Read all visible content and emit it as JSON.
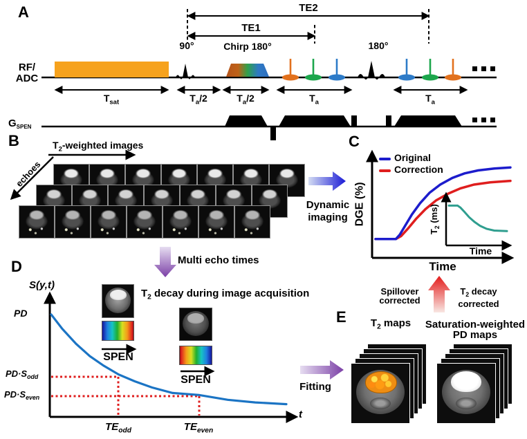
{
  "colors": {
    "sat-orange": "#F6A21D",
    "spike-orange": "#E2711D",
    "spike-green": "#1CA64C",
    "spike-blue": "#2D7BC8",
    "blue-curve": "#1C1CCC",
    "red-curve": "#DF1E1E",
    "teal-curve": "#2F9E8F",
    "decay-blue": "#1B74C4",
    "dotted-red": "#DF1E1E"
  },
  "panel_a": {
    "label": "A",
    "te2": "TE2",
    "te1": "TE1",
    "pulse_90": "90°",
    "pulse_chirp": "Chirp 180°",
    "pulse_180": "180°",
    "rf1": "RF/",
    "rf2": "ADC",
    "t_sat": {
      "b": "T",
      "s": "sat"
    },
    "t_a_half_1": {
      "b": "T",
      "s": "a",
      "r": "/2"
    },
    "t_a_half_2": {
      "b": "T",
      "s": "a",
      "r": "/2"
    },
    "t_a_1": {
      "b": "T",
      "s": "a"
    },
    "t_a_2": {
      "b": "T",
      "s": "a"
    },
    "g_spen": {
      "b": "G",
      "s": "SPEN"
    }
  },
  "panel_b": {
    "label": "B",
    "axis_images": {
      "b": "T",
      "s": "2",
      "r": "-weighted images"
    },
    "axis_echoes": "echoes",
    "rows": 3,
    "images_per_row": 7,
    "arrow_label_1": "Dynamic",
    "arrow_label_2": "imaging"
  },
  "panel_c": {
    "label": "C",
    "ylabel": "DGE (%)",
    "xlabel": "Time",
    "legend": [
      {
        "label": "Original",
        "color": "#1C1CCC"
      },
      {
        "label": "Correction",
        "color": "#DF1E1E"
      }
    ],
    "inset": {
      "ylabel": {
        "b": "T",
        "s": "2",
        "r": " (ms)"
      },
      "xlabel": "Time"
    }
  },
  "panel_d": {
    "label": "D",
    "ylabel": "S(y,t)",
    "xlabel": "t",
    "pd": "PD",
    "pd_s_odd": {
      "b": "PD·S",
      "s": "odd"
    },
    "pd_s_even": {
      "b": "PD·S",
      "s": "even"
    },
    "te_odd": {
      "b": "TE",
      "s": "odd"
    },
    "te_even": {
      "b": "TE",
      "s": "even"
    },
    "caption": {
      "b": "T",
      "s": "2",
      "r": " decay during image acquisition"
    },
    "spen1": "SPEN",
    "spen2": "SPEN",
    "fitting": "Fitting",
    "multi_echo": "Multi echo times"
  },
  "panel_e": {
    "label": "E",
    "spillover_1": "Spillover",
    "spillover_2": "corrected",
    "t2decay_1": {
      "b": "T",
      "s": "2",
      "r": " decay"
    },
    "t2decay_2": "corrected",
    "t2maps": {
      "b": "T",
      "s": "2",
      "r": " maps"
    },
    "pdmaps_1": "Saturation-weighted",
    "pdmaps_2": "PD maps"
  },
  "chart_data": [
    {
      "type": "line",
      "title": "DGE time course (panel C)",
      "xlabel": "Time",
      "ylabel": "DGE (%)",
      "axes": "schematic, no tick labels",
      "legend_position": "top-left",
      "series": [
        {
          "name": "Original",
          "color": "#1C1CCC",
          "points": [
            [
              0,
              2
            ],
            [
              15,
              2
            ],
            [
              18,
              8
            ],
            [
              22,
              20
            ],
            [
              27,
              35
            ],
            [
              33,
              50
            ],
            [
              40,
              64
            ],
            [
              48,
              75
            ],
            [
              57,
              84
            ],
            [
              66,
              90
            ],
            [
              76,
              94
            ],
            [
              88,
              96.5
            ],
            [
              100,
              98
            ]
          ]
        },
        {
          "name": "Correction",
          "color": "#DF1E1E",
          "points": [
            [
              0,
              2
            ],
            [
              15,
              2
            ],
            [
              19,
              6
            ],
            [
              24,
              16
            ],
            [
              30,
              29
            ],
            [
              37,
              42
            ],
            [
              45,
              54
            ],
            [
              54,
              63
            ],
            [
              63,
              70
            ],
            [
              73,
              75
            ],
            [
              85,
              78
            ],
            [
              100,
              80
            ]
          ]
        }
      ]
    },
    {
      "type": "line",
      "title": "T2 inset (panel C)",
      "xlabel": "Time",
      "ylabel": "T2 (ms)",
      "axes": "schematic, no tick labels",
      "series": [
        {
          "name": "T2",
          "color": "#2F9E8F",
          "points": [
            [
              0,
              92
            ],
            [
              15,
              92
            ],
            [
              20,
              85
            ],
            [
              27,
              70
            ],
            [
              35,
              52
            ],
            [
              44,
              36
            ],
            [
              54,
              22
            ],
            [
              65,
              12
            ],
            [
              78,
              6
            ],
            [
              100,
              4
            ]
          ]
        }
      ]
    },
    {
      "type": "line",
      "title": "Signal decay S(y,t) (panel D)",
      "xlabel": "t",
      "ylabel": "S(y,t)",
      "axes": "schematic, no tick labels",
      "annotations": [
        "PD",
        "PD·Sodd",
        "PD·Seven",
        "TEodd",
        "TEeven"
      ],
      "series": [
        {
          "name": "S(y,t)",
          "color": "#1B74C4",
          "points": [
            [
              0,
              96.6
            ],
            [
              4.7,
              82.1
            ],
            [
              10.6,
              66.9
            ],
            [
              16.4,
              54.5
            ],
            [
              22.3,
              44.8
            ],
            [
              28.7,
              35.9
            ],
            [
              35.5,
              29
            ],
            [
              42.8,
              22.8
            ],
            [
              51.6,
              17.2
            ],
            [
              62.8,
              15.2
            ],
            [
              75.1,
              10.3
            ],
            [
              86.8,
              7.6
            ],
            [
              100,
              5.9
            ]
          ]
        }
      ]
    }
  ]
}
